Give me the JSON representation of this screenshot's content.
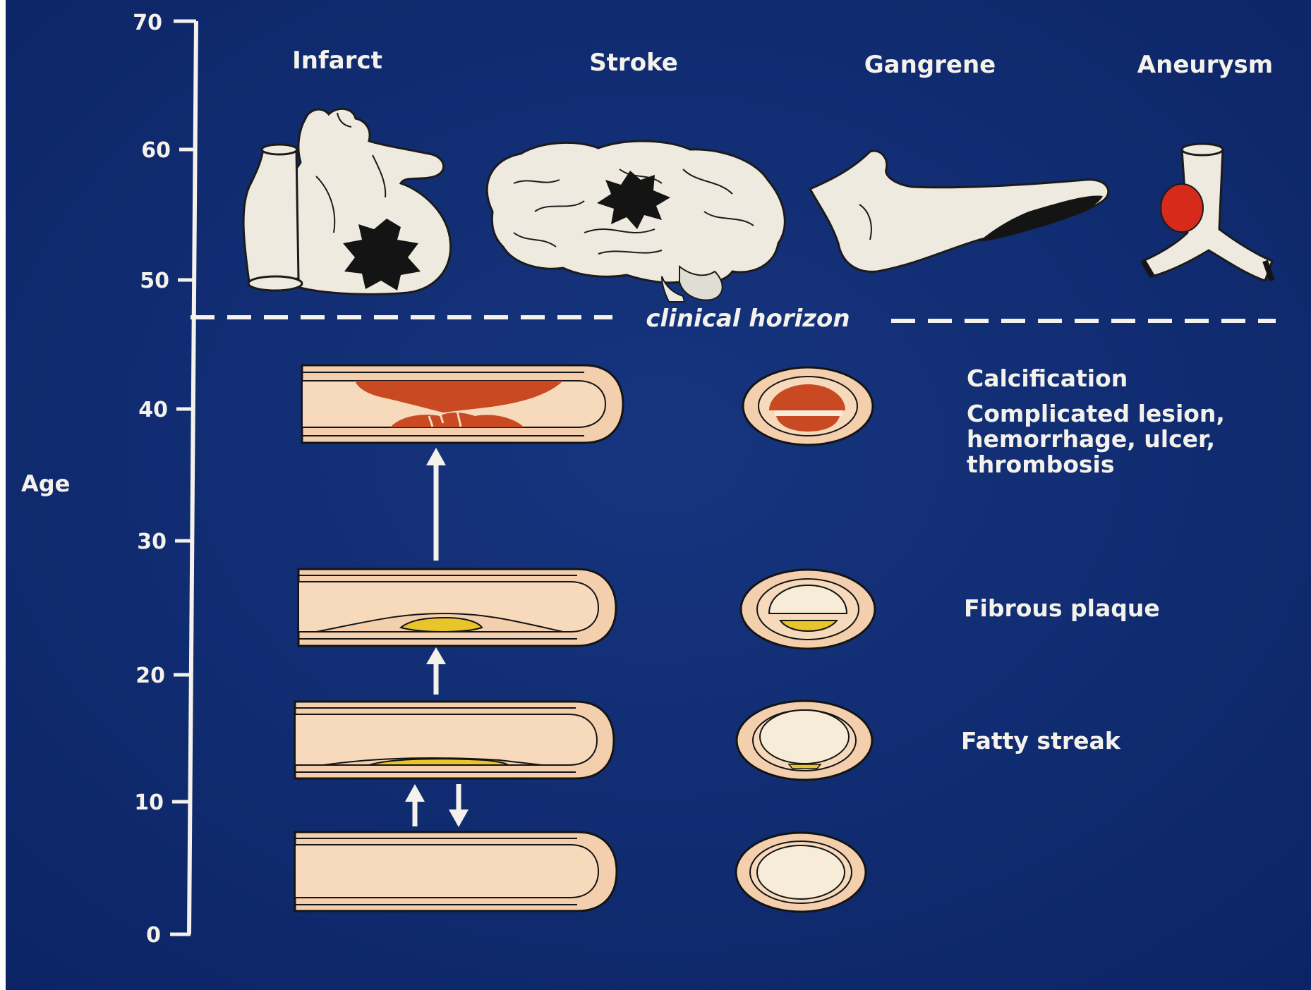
{
  "colors": {
    "background": "#0f2a74",
    "line": "#f4f2ea",
    "vessel_wall": "#f3cfae",
    "lumen": "#f7ecd8",
    "lipid": "#e8c52a",
    "hemorrhage": "#c94a22",
    "aneurysm_red": "#d62a1a",
    "organ": "#eeeadf",
    "lesion": "#141414"
  },
  "axis": {
    "label": "Age",
    "ticks": [
      "0",
      "10",
      "20",
      "30",
      "40",
      "50",
      "60",
      "70"
    ]
  },
  "outcomes": [
    {
      "label": "Infarct",
      "icon": "heart-icon"
    },
    {
      "label": "Stroke",
      "icon": "brain-icon"
    },
    {
      "label": "Gangrene",
      "icon": "foot-icon"
    },
    {
      "label": "Aneurysm",
      "icon": "aneurysm-icon"
    }
  ],
  "horizon": {
    "label": "clinical horizon"
  },
  "stages": {
    "calcification": "Calcification",
    "complicated": [
      "Complicated lesion,",
      "hemorrhage, ulcer,",
      "thrombosis"
    ],
    "fibrous": "Fibrous plaque",
    "fatty": "Fatty streak"
  }
}
